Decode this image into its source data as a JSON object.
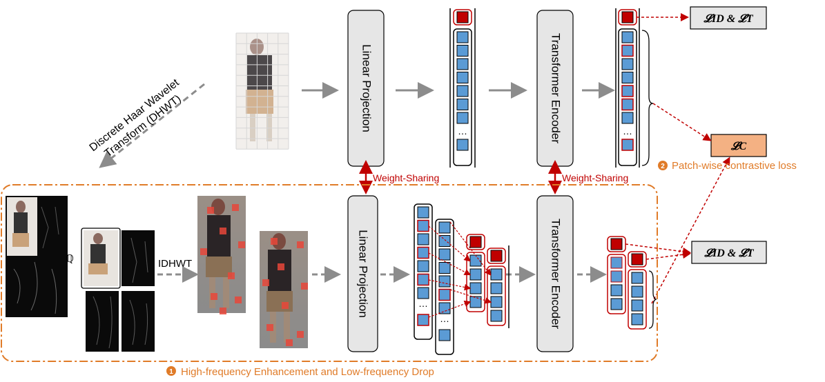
{
  "top": {
    "dhwt_label_line1": "Discrete Haar Wavelet",
    "dhwt_label_line2": "Transform (DHWT)",
    "linear_projection": "Linear Projection",
    "transformer_encoder": "Transformer Encoder",
    "loss_id_t": "𝓛ID & 𝓛T",
    "loss_c": "𝓛C",
    "weight_sharing_left": "Weight-Sharing",
    "weight_sharing_right": "Weight-Sharing",
    "patch_contrastive_num": "2",
    "patch_contrastive_label": "Patch-wise contrastive loss",
    "ellipsis": "…"
  },
  "bottom": {
    "q_symbol": "ℚ",
    "idhwt_label": "IDHWT",
    "linear_projection": "Linear Projection",
    "transformer_encoder": "Transformer Encoder",
    "loss_id_t": "𝓛ID & 𝓛T",
    "ellipsis": "…",
    "hfe_num": "1",
    "hfe_label": "High-frequency Enhancement and Low-frequency Drop"
  },
  "colors": {
    "token_blue": "#5b9bd5",
    "token_red": "#c00000",
    "block_gray": "#e6e6e6",
    "loss_c_fill": "#f4b183",
    "orange": "#e07b28",
    "arrow_gray": "#8c8c8c",
    "dark_red": "#a50021"
  }
}
